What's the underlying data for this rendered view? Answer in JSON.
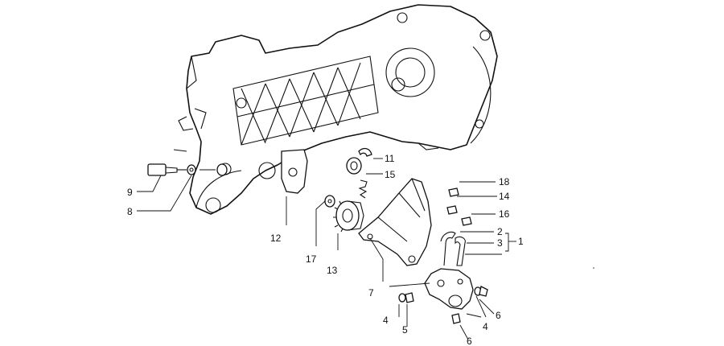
{
  "diagram": {
    "labels": [
      {
        "id": "p1",
        "text": "1"
      },
      {
        "id": "p2",
        "text": "2"
      },
      {
        "id": "p3",
        "text": "3"
      },
      {
        "id": "p4a",
        "text": "4"
      },
      {
        "id": "p4b",
        "text": "4"
      },
      {
        "id": "p5",
        "text": "5"
      },
      {
        "id": "p6a",
        "text": "6"
      },
      {
        "id": "p6b",
        "text": "6"
      },
      {
        "id": "p7",
        "text": "7"
      },
      {
        "id": "p8",
        "text": "8"
      },
      {
        "id": "p9",
        "text": "9"
      },
      {
        "id": "p11",
        "text": "11"
      },
      {
        "id": "p12",
        "text": "12"
      },
      {
        "id": "p13",
        "text": "13"
      },
      {
        "id": "p14",
        "text": "14"
      },
      {
        "id": "p15",
        "text": "15"
      },
      {
        "id": "p16",
        "text": "16"
      },
      {
        "id": "p17",
        "text": "17"
      },
      {
        "id": "p18",
        "text": "18"
      }
    ]
  }
}
